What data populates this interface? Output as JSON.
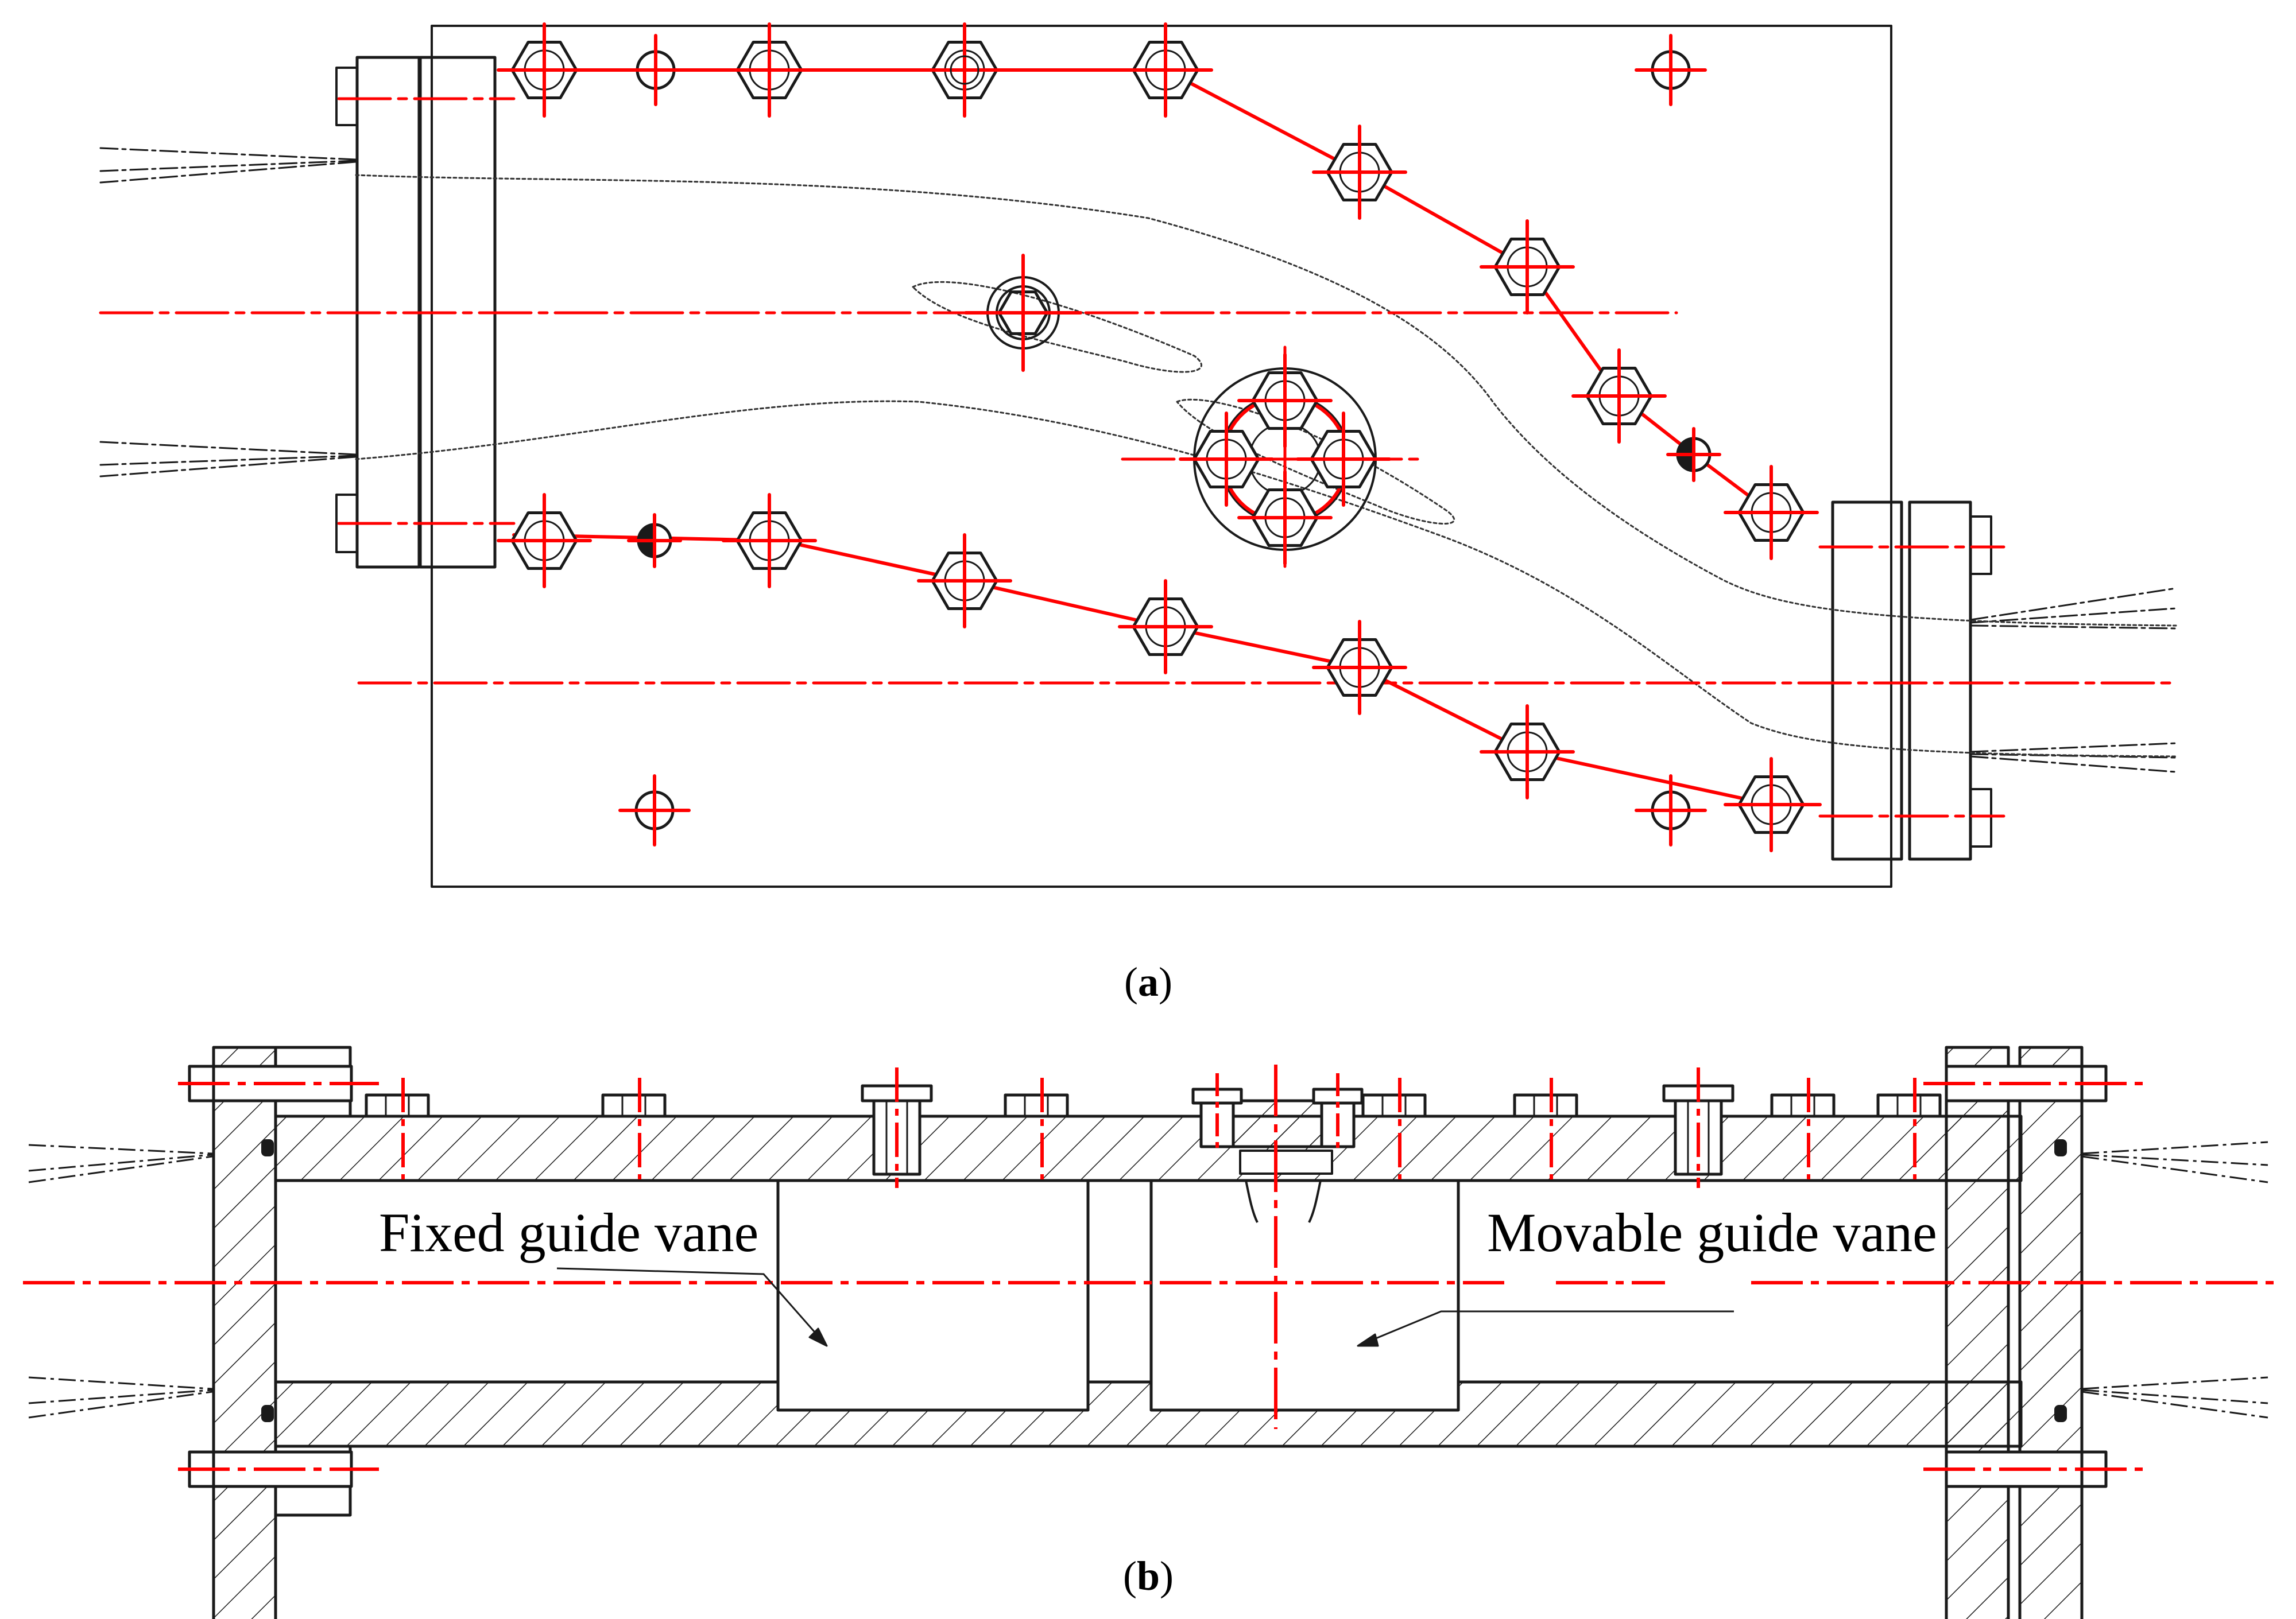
{
  "figure": {
    "panel_a": {
      "caption_open": "(",
      "caption_letter": "a",
      "caption_close": ")"
    },
    "panel_b": {
      "caption_open": "(",
      "caption_letter": "b",
      "caption_close": ")"
    },
    "labels": {
      "fixed": "Fixed guide vane",
      "movable": "Movable guide vane"
    },
    "colors": {
      "line": "#1a1a1a",
      "center": "#ff0000",
      "hatch": "#1a1a1a",
      "background": "#ffffff"
    }
  }
}
